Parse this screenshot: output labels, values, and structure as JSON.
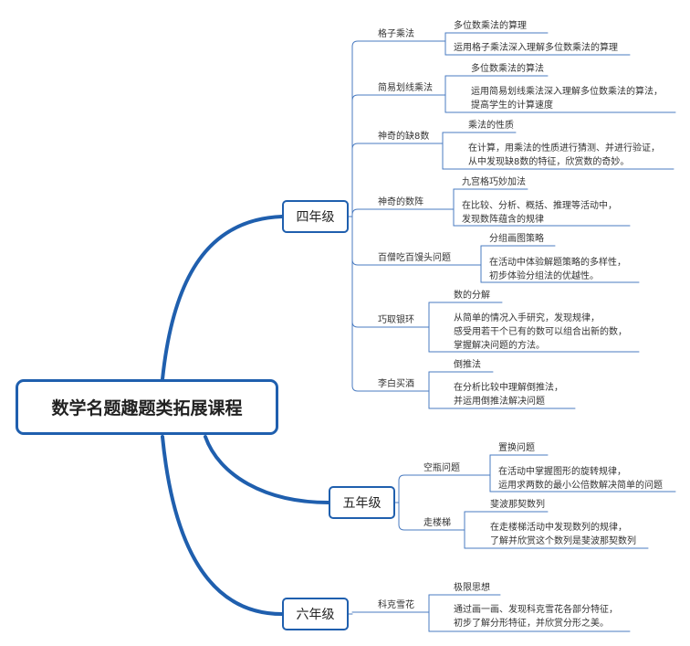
{
  "title": "数学名题趣题类拓展课程",
  "grades": [
    {
      "label": "四年级",
      "topics": [
        {
          "name": "格子乘法",
          "items": [
            "多位数乘法的算理",
            "运用格子乘法深入理解多位数乘法的算理"
          ]
        },
        {
          "name": "简易划线乘法",
          "items": [
            "多位数乘法的算法",
            "运用简易划线乘法深入理解多位数乘法的算法，\n提高学生的计算速度"
          ]
        },
        {
          "name": "神奇的缺8数",
          "items": [
            "乘法的性质",
            "在计算，用乘法的性质进行猜测、并进行验证，\n从中发现缺8数的特征，欣赏数的奇妙。"
          ]
        },
        {
          "name": "神奇的数阵",
          "items": [
            "九宫格巧妙加法",
            "在比较、分析、概括、推理等活动中，\n发现数阵蕴含的规律"
          ]
        },
        {
          "name": "百僧吃百馒头问题",
          "items": [
            "分组画图策略",
            "在活动中体验解题策略的多样性，\n初步体验分组法的优越性。"
          ]
        },
        {
          "name": "巧取银环",
          "items": [
            "数的分解",
            "从简单的情况入手研究，发现规律，\n感受用若干个已有的数可以组合出新的数，\n掌握解决问题的方法。"
          ]
        },
        {
          "name": "李白买酒",
          "items": [
            "倒推法",
            "在分析比较中理解倒推法，\n并运用倒推法解决问题"
          ]
        }
      ]
    },
    {
      "label": "五年级",
      "topics": [
        {
          "name": "空瓶问题",
          "items": [
            "置换问题",
            "在活动中掌握图形的旋转规律，\n运用求两数的最小公倍数解决简单的问题"
          ]
        },
        {
          "name": "走楼梯",
          "items": [
            "斐波那契数列",
            "在走楼梯活动中发现数列的规律，\n了解并欣赏这个数列是斐波那契数列"
          ]
        }
      ]
    },
    {
      "label": "六年级",
      "topics": [
        {
          "name": "科克雪花",
          "items": [
            "极限思想",
            "通过画一画、发现科克雪花各部分特征，\n初步了解分形特征，并欣赏分形之美。"
          ]
        }
      ]
    }
  ],
  "colors": {
    "branch": "#1f5fae",
    "line": "#4a7bc0",
    "text": "#333333"
  }
}
